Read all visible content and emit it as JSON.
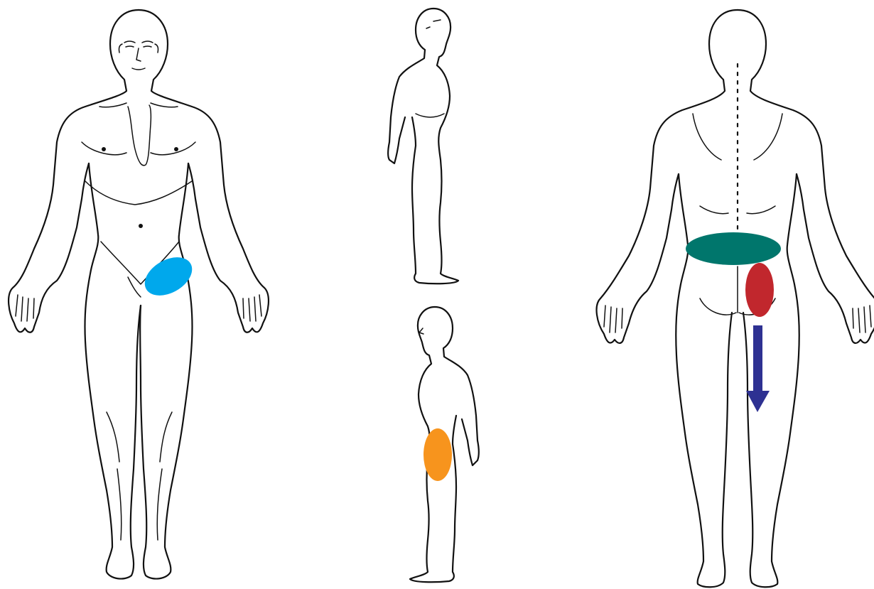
{
  "diagram": {
    "views": [
      "front",
      "side-right",
      "side-left",
      "back"
    ],
    "pain_markers": [
      {
        "id": "front-groin-right",
        "view": "front",
        "shape": "ellipse",
        "color": "#00A8EC"
      },
      {
        "id": "side-thigh-anterior",
        "view": "side-left",
        "shape": "ellipse",
        "color": "#F7941D"
      },
      {
        "id": "back-lower-lumbar-band",
        "view": "back",
        "shape": "ellipse",
        "color": "#00766C"
      },
      {
        "id": "back-right-buttock",
        "view": "back",
        "shape": "ellipse",
        "color": "#C1272D"
      },
      {
        "id": "back-radiation-arrow",
        "view": "back",
        "shape": "arrow",
        "direction": "down",
        "color": "#2E3192"
      }
    ]
  }
}
